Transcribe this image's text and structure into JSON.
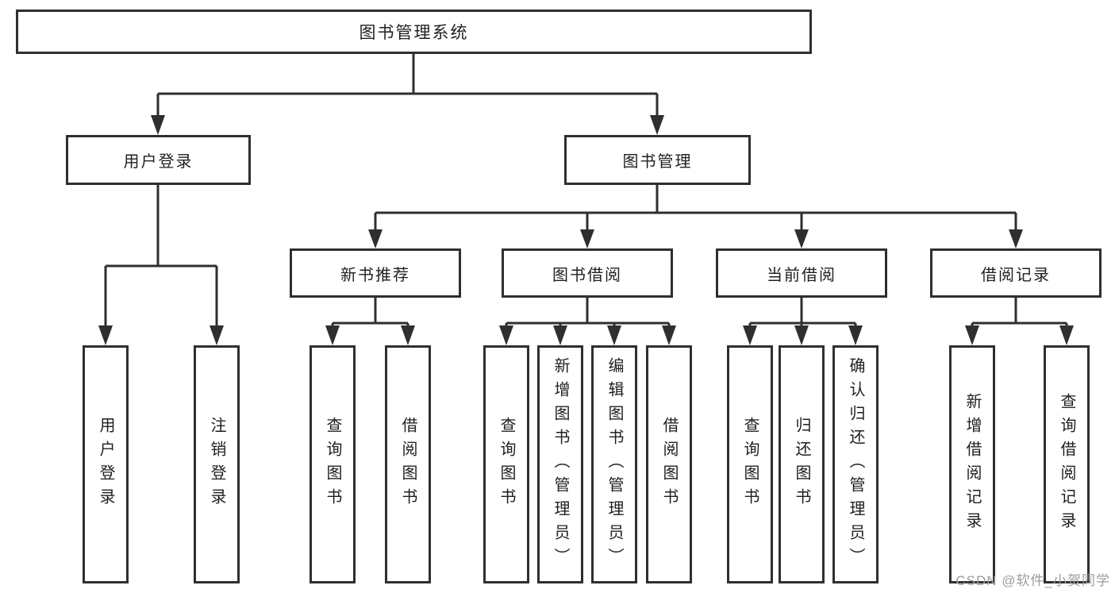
{
  "diagram": {
    "type": "hierarchy-tree",
    "line_color": "#2f2f2f",
    "box_fill": "#ffffff",
    "text_color": "#1f1f1f"
  },
  "nodes": {
    "root": {
      "label": "图书管理系统"
    },
    "user_login": {
      "label": "用户登录"
    },
    "book_mgmt": {
      "label": "图书管理"
    },
    "new_book_rec": {
      "label": "新书推荐"
    },
    "book_borrow": {
      "label": "图书借阅"
    },
    "current_borrow": {
      "label": "当前借阅"
    },
    "borrow_records": {
      "label": "借阅记录"
    },
    "leaf_user_login": {
      "label": "用户登录"
    },
    "leaf_logout": {
      "label": "注销登录"
    },
    "leaf_query_book_1": {
      "label": "查询图书"
    },
    "leaf_borrow_book_1": {
      "label": "借阅图书"
    },
    "leaf_query_book_2": {
      "label": "查询图书"
    },
    "leaf_add_book": {
      "label": "新增图书（管理员）"
    },
    "leaf_edit_book": {
      "label": "编辑图书（管理员）"
    },
    "leaf_borrow_book_2": {
      "label": "借阅图书"
    },
    "leaf_query_book_3": {
      "label": "查询图书"
    },
    "leaf_return_book": {
      "label": "归还图书"
    },
    "leaf_confirm_return": {
      "label": "确认归还（管理员）"
    },
    "leaf_add_record": {
      "label": "新增借阅记录"
    },
    "leaf_query_record": {
      "label": "查询借阅记录"
    }
  },
  "structure": {
    "root": [
      "user_login",
      "book_mgmt"
    ],
    "user_login": [
      "leaf_user_login",
      "leaf_logout"
    ],
    "book_mgmt": [
      "new_book_rec",
      "book_borrow",
      "current_borrow",
      "borrow_records"
    ],
    "new_book_rec": [
      "leaf_query_book_1",
      "leaf_borrow_book_1"
    ],
    "book_borrow": [
      "leaf_query_book_2",
      "leaf_add_book",
      "leaf_edit_book",
      "leaf_borrow_book_2"
    ],
    "current_borrow": [
      "leaf_query_book_3",
      "leaf_return_book",
      "leaf_confirm_return"
    ],
    "borrow_records": [
      "leaf_add_record",
      "leaf_query_record"
    ]
  },
  "watermark": {
    "text": "CSDN @软件_小贺同学",
    "color": "#9c9c9c"
  }
}
